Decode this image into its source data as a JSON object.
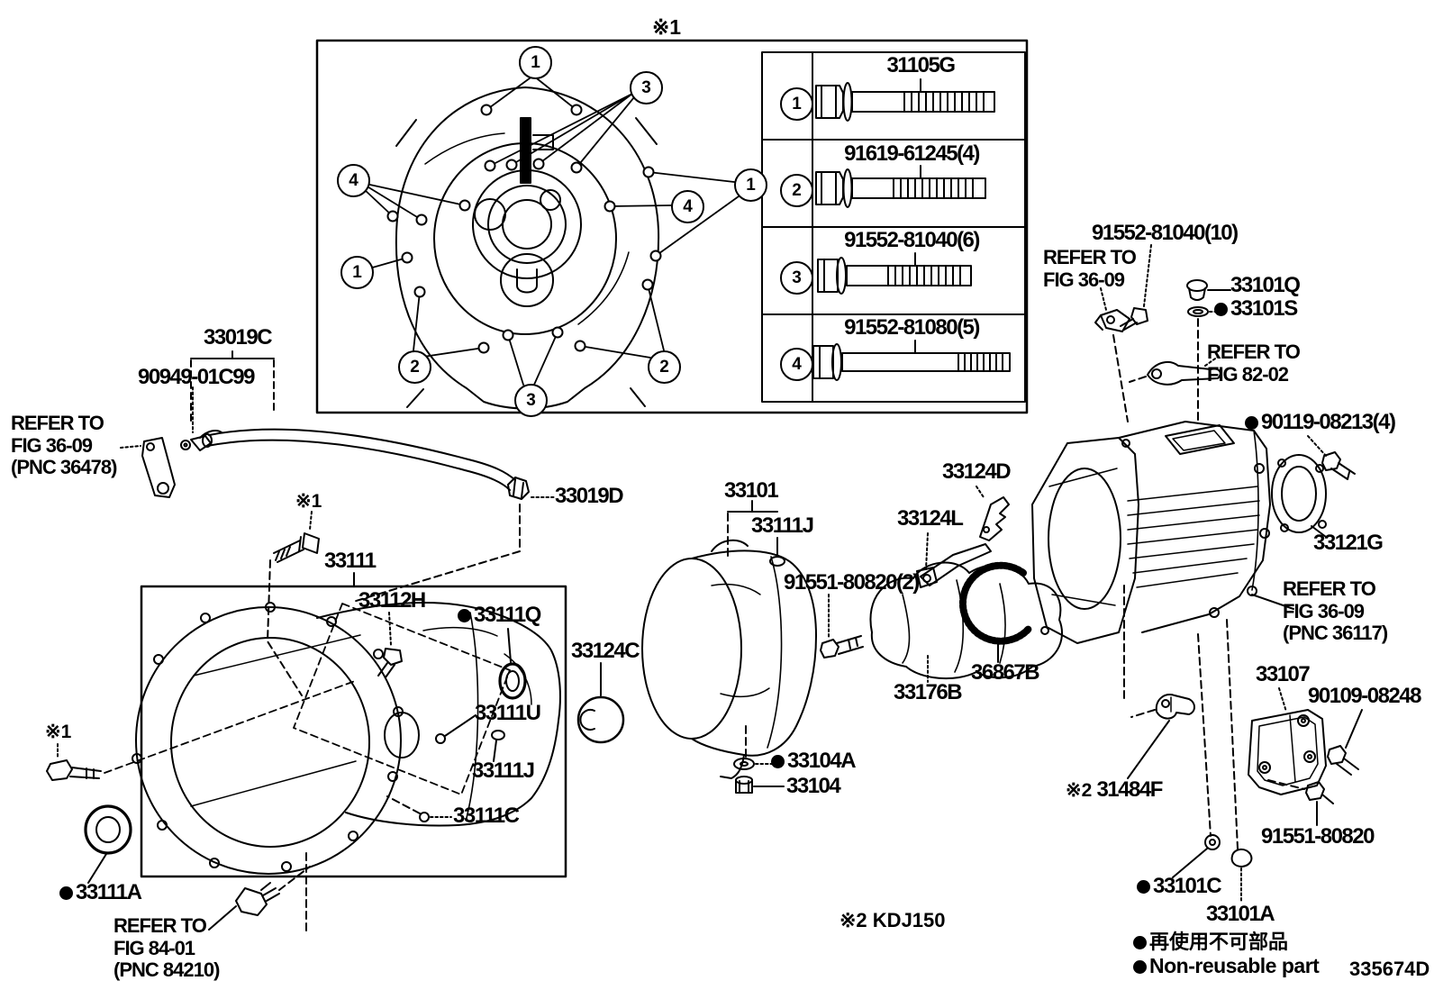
{
  "footer": {
    "figure_code": "335674D",
    "model_note_marker": "※2",
    "model_note_text": "KDJ150",
    "legend": [
      {
        "symbol": "●",
        "text": "再使用不可部品"
      },
      {
        "symbol": "●",
        "text": "Non-reusable part"
      }
    ]
  },
  "top_box": {
    "marker": "※1",
    "callouts": [
      "1",
      "3",
      "4",
      "1",
      "4",
      "1",
      "2",
      "2",
      "3"
    ],
    "table": {
      "rows": [
        {
          "no": "1",
          "part": "31105G"
        },
        {
          "no": "2",
          "part": "91619-61245(4)"
        },
        {
          "no": "3",
          "part": "91552-81040(6)"
        },
        {
          "no": "4",
          "part": "91552-81080(5)"
        }
      ]
    }
  },
  "labels": {
    "p33019C": "33019C",
    "p90949_01C99": "90949-01C99",
    "p33019D": "33019D",
    "star1_a": "※1",
    "star1_b": "※1",
    "star2": "※2",
    "p33111": "33111",
    "p33112H": "33112H",
    "p33111Q": "33111Q",
    "p33124C": "33124C",
    "p33111U": "33111U",
    "p33111J_case": "33111J",
    "p33111C": "33111C",
    "p33111A": "33111A",
    "p33101": "33101",
    "p33111J_mid": "33111J",
    "p91551_80820_2": "91551-80820(2)",
    "p33124L": "33124L",
    "p33124D": "33124D",
    "p36867B": "36867B",
    "p33176B": "33176B",
    "p33104A": "33104A",
    "p33104": "33104",
    "p91552_81040_10": "91552-81040(10)",
    "p33101Q": "33101Q",
    "p33101S": "33101S",
    "p90119_08213_4": "90119-08213(4)",
    "p33121G": "33121G",
    "p33107": "33107",
    "p90109_08248": "90109-08248",
    "p31484F": "31484F",
    "p91551_80820": "91551-80820",
    "p33101C": "33101C",
    "p33101A": "33101A"
  },
  "refs": {
    "fig3609_pnc36478": [
      "REFER TO",
      "FIG 36-09",
      "(PNC 36478)"
    ],
    "fig8401_pnc84210": [
      "REFER TO",
      "FIG 84-01",
      "(PNC 84210)"
    ],
    "fig3609_top": [
      "REFER TO",
      "FIG 36-09"
    ],
    "fig8202": [
      "REFER TO",
      "FIG 82-02"
    ],
    "fig3609_pnc36117": [
      "REFER TO",
      "FIG 36-09",
      "(PNC 36117)"
    ]
  }
}
